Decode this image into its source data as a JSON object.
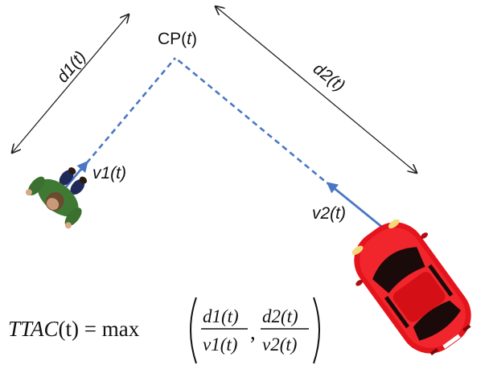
{
  "labels": {
    "cp_prefix": "CP(",
    "cp_t": "t",
    "cp_suffix": ")",
    "d1": "d1(t)",
    "d2": "d2(t)",
    "v1": "v1(t)",
    "v2": "v2(t)"
  },
  "equation": {
    "lhs": "TTAC",
    "lhs_arg": "(t)",
    "equals": " = max",
    "frac1_num": "d1(t)",
    "frac1_den": "v1(t)",
    "frac2_num": "d2(t)",
    "frac2_den": "v2(t)",
    "comma": ","
  },
  "colors": {
    "path": "#4a77c4",
    "arrow": "#222222",
    "car": "#e5131b",
    "pedestrian_jacket": "#3f7a35",
    "pedestrian_pants": "#1f2a5a"
  },
  "icons": {
    "pedestrian": "pedestrian-topview-icon",
    "car": "car-topview-icon"
  }
}
